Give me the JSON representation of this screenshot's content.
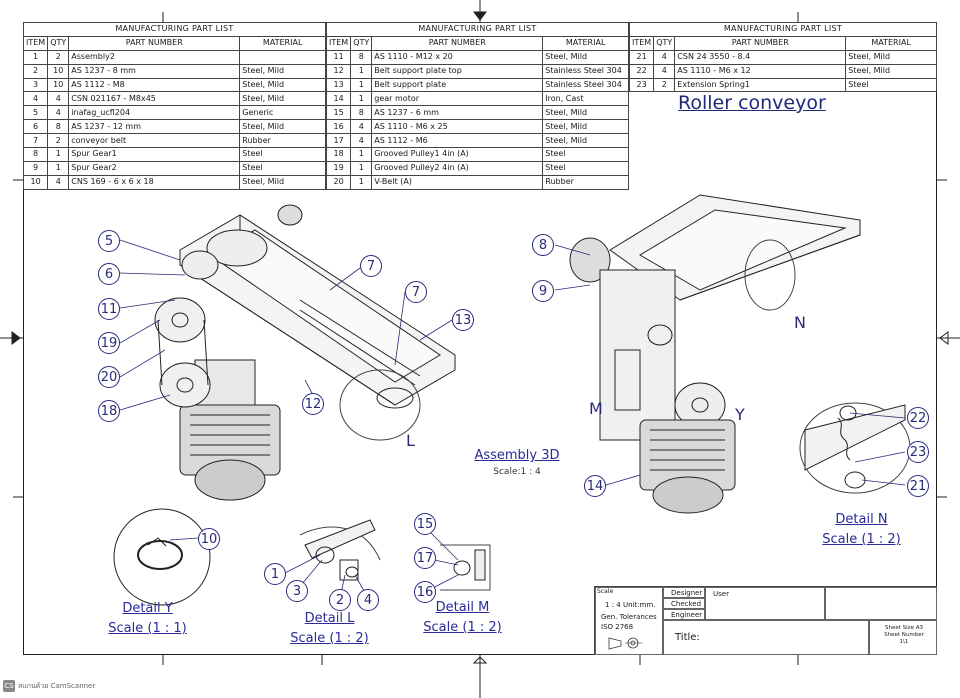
{
  "tables": [
    {
      "caption": "MANUFACTURING PART LIST",
      "headers": [
        "ITEM",
        "QTY",
        "PART NUMBER",
        "MATERIAL"
      ],
      "rows": [
        [
          "1",
          "2",
          "Assembly2",
          ""
        ],
        [
          "2",
          "10",
          "AS 1237 - 8 mm",
          "Steel, Mild"
        ],
        [
          "3",
          "10",
          "AS 1112 - M8",
          "Steel, Mild"
        ],
        [
          "4",
          "4",
          "CSN 021167 - M8x45",
          "Steel, Mild"
        ],
        [
          "5",
          "4",
          "inafag_ucfl204",
          "Generic"
        ],
        [
          "6",
          "8",
          "AS 1237 - 12 mm",
          "Steel, Mild"
        ],
        [
          "7",
          "2",
          "conveyor belt",
          "Rubber"
        ],
        [
          "8",
          "1",
          "Spur Gear1",
          "Steel"
        ],
        [
          "9",
          "1",
          "Spur Gear2",
          "Steel"
        ],
        [
          "10",
          "4",
          "CNS 169 - 6 x 6 x 18",
          "Steel, Mild"
        ]
      ]
    },
    {
      "caption": "MANUFACTURING PART LIST",
      "headers": [
        "ITEM",
        "QTY",
        "PART NUMBER",
        "MATERIAL"
      ],
      "rows": [
        [
          "11",
          "8",
          "AS 1110 - M12 x 20",
          "Steel, Mild"
        ],
        [
          "12",
          "1",
          "Belt support plate top",
          "Stainless Steel 304"
        ],
        [
          "13",
          "1",
          "Belt support plate",
          "Stainless Steel 304"
        ],
        [
          "14",
          "1",
          "gear motor",
          "Iron, Cast"
        ],
        [
          "15",
          "8",
          "AS 1237 - 6 mm",
          "Steel, Mild"
        ],
        [
          "16",
          "4",
          "AS 1110 - M6 x 25",
          "Steel, Mild"
        ],
        [
          "17",
          "4",
          "AS 1112 - M6",
          "Steel, Mild"
        ],
        [
          "18",
          "1",
          "Grooved Pulley1 4in (A)",
          "Steel"
        ],
        [
          "19",
          "1",
          "Grooved Pulley2 4in (A)",
          "Steel"
        ],
        [
          "20",
          "1",
          "V-Belt (A)",
          "Rubber"
        ]
      ]
    },
    {
      "caption": "MANUFACTURING PART LIST",
      "headers": [
        "ITEM",
        "QTY",
        "PART NUMBER",
        "MATERIAL"
      ],
      "rows": [
        [
          "21",
          "4",
          "CSN 24 3550 - 8.4",
          "Steel, Mild"
        ],
        [
          "22",
          "4",
          "AS 1110 - M6 x 12",
          "Steel, Mild"
        ],
        [
          "23",
          "2",
          "Extension Spring1",
          "Steel"
        ]
      ]
    }
  ],
  "drawing_title": "Roller conveyor",
  "assembly_label": "Assembly 3D",
  "assembly_scale": "Scale:1 : 4",
  "details": {
    "y": {
      "title": "Detail Y",
      "scale": "Scale (1 : 1)"
    },
    "l": {
      "title": "Detail L",
      "scale": "Scale (1 : 2)"
    },
    "m": {
      "title": "Detail M",
      "scale": "Scale (1 : 2)"
    },
    "n": {
      "title": "Detail N",
      "scale": "Scale (1 : 2)"
    }
  },
  "view_letters": {
    "l": "L",
    "m": "M",
    "y": "Y",
    "n": "N"
  },
  "balloons": {
    "b5": "5",
    "b6": "6",
    "b11": "11",
    "b19": "19",
    "b20": "20",
    "b18": "18",
    "b7a": "7",
    "b7b": "7",
    "b13": "13",
    "b12": "12",
    "b8": "8",
    "b9": "9",
    "b14": "14",
    "b22": "22",
    "b23": "23",
    "b21": "21",
    "b10": "10",
    "b1": "1",
    "b3": "3",
    "b2": "2",
    "b4": "4",
    "b15": "15",
    "b17": "17",
    "b16": "16"
  },
  "title_block": {
    "scale_label": "Scale",
    "scale_value": "1 : 4 Unit:mm.",
    "tolerances": "Gen. Tolerances",
    "iso": "ISO 2768",
    "designer_label": "Designer",
    "designer_value": "User",
    "checked_label": "Checked",
    "engineer_label": "Engineer",
    "title_label": "Title:",
    "sheet_size": "Sheet Size A3",
    "sheet_number_label": "Sheet Number",
    "sheet_number": "1\\1"
  },
  "scanner_mark": {
    "logo": "CS",
    "text": "สแกนด้วย CamScanner"
  },
  "colors": {
    "balloon": "#2a2a7a",
    "detail_text": "#2a2a9a",
    "line": "#222222"
  }
}
